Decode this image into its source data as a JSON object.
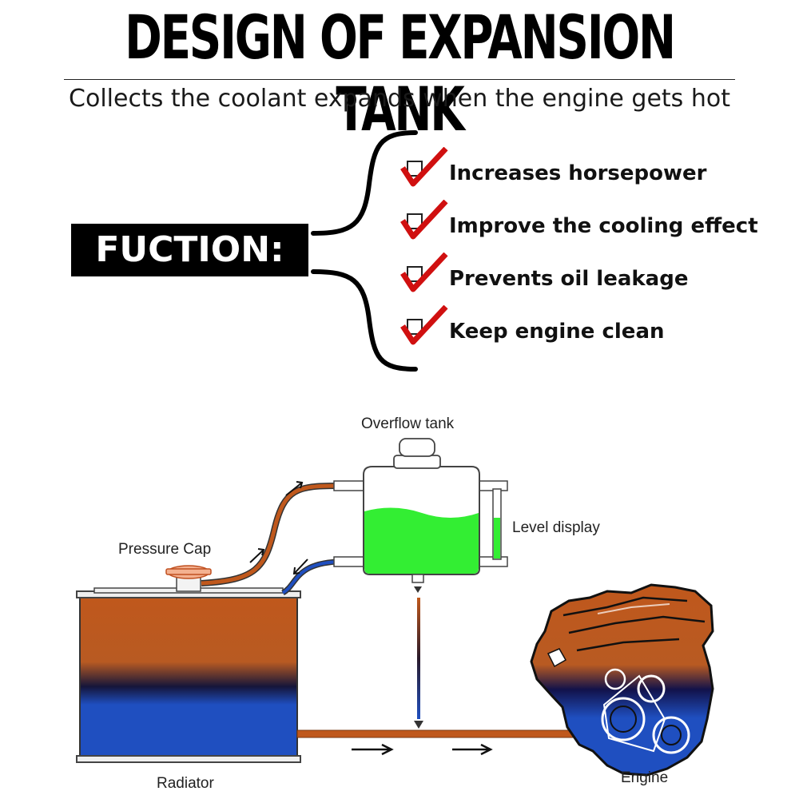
{
  "header": {
    "title": "DESIGN OF EXPANSION TANK",
    "subtitle": "Collects the coolant expands when the engine gets hot"
  },
  "function_box": {
    "label": "FUCTION:"
  },
  "functions": [
    {
      "label": "Increases horsepower",
      "icon": "red-checkmark-icon"
    },
    {
      "label": "Improve the cooling effect",
      "icon": "red-checkmark-icon"
    },
    {
      "label": "Prevents oil leakage",
      "icon": "red-checkmark-icon"
    },
    {
      "label": "Keep engine clean",
      "icon": "red-checkmark-icon"
    }
  ],
  "diagram": {
    "labels": {
      "overflow_tank": "Overflow tank",
      "level_display": "Level display",
      "pressure_cap": "Pressure Cap",
      "radiator": "Radiator",
      "engine": "Engine"
    },
    "colors": {
      "hot": "#c0581c",
      "cold": "#1f4fc0",
      "coolant": "#33ee33",
      "check": "#d01010"
    }
  }
}
